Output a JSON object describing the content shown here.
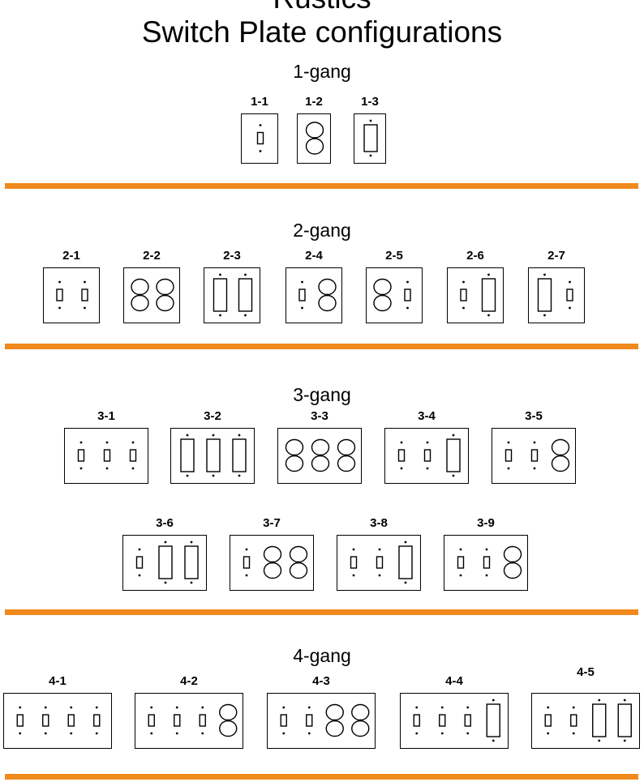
{
  "header": {
    "brand": "Rustics",
    "title": "Switch Plate configurations"
  },
  "colors": {
    "divider": "#f08a1c",
    "line": "#000000",
    "background": "#ffffff"
  },
  "sections": [
    {
      "heading": "1-gang",
      "plates": [
        {
          "label": "1-1",
          "openings": [
            "toggle"
          ]
        },
        {
          "label": "1-2",
          "openings": [
            "duplex"
          ]
        },
        {
          "label": "1-3",
          "openings": [
            "rocker"
          ]
        }
      ]
    },
    {
      "heading": "2-gang",
      "plates": [
        {
          "label": "2-1",
          "openings": [
            "toggle",
            "toggle"
          ]
        },
        {
          "label": "2-2",
          "openings": [
            "duplex",
            "duplex"
          ]
        },
        {
          "label": "2-3",
          "openings": [
            "rocker",
            "rocker"
          ]
        },
        {
          "label": "2-4",
          "openings": [
            "toggle",
            "duplex"
          ]
        },
        {
          "label": "2-5",
          "openings": [
            "duplex",
            "toggle"
          ]
        },
        {
          "label": "2-6",
          "openings": [
            "toggle",
            "rocker"
          ]
        },
        {
          "label": "2-7",
          "openings": [
            "rocker",
            "toggle"
          ]
        }
      ]
    },
    {
      "heading": "3-gang",
      "plates": [
        {
          "label": "3-1",
          "openings": [
            "toggle",
            "toggle",
            "toggle"
          ]
        },
        {
          "label": "3-2",
          "openings": [
            "rocker",
            "rocker",
            "rocker"
          ]
        },
        {
          "label": "3-3",
          "openings": [
            "duplex",
            "duplex",
            "duplex"
          ]
        },
        {
          "label": "3-4",
          "openings": [
            "toggle",
            "toggle",
            "rocker"
          ]
        },
        {
          "label": "3-5",
          "openings": [
            "toggle",
            "toggle",
            "duplex"
          ]
        },
        {
          "label": "3-6",
          "openings": [
            "toggle",
            "rocker",
            "rocker"
          ]
        },
        {
          "label": "3-7",
          "openings": [
            "toggle",
            "duplex",
            "duplex"
          ]
        },
        {
          "label": "3-8",
          "openings": [
            "toggle",
            "toggle",
            "rocker"
          ]
        },
        {
          "label": "3-9",
          "openings": [
            "toggle",
            "toggle",
            "duplex"
          ]
        }
      ]
    },
    {
      "heading": "4-gang",
      "plates": [
        {
          "label": "4-1",
          "openings": [
            "toggle",
            "toggle",
            "toggle",
            "toggle"
          ]
        },
        {
          "label": "4-2",
          "openings": [
            "toggle",
            "toggle",
            "toggle",
            "duplex"
          ]
        },
        {
          "label": "4-3",
          "openings": [
            "toggle",
            "toggle",
            "duplex",
            "duplex"
          ]
        },
        {
          "label": "4-4",
          "openings": [
            "toggle",
            "toggle",
            "toggle",
            "rocker"
          ]
        },
        {
          "label": "4-5",
          "openings": [
            "toggle",
            "toggle",
            "rocker",
            "rocker"
          ]
        }
      ]
    }
  ]
}
